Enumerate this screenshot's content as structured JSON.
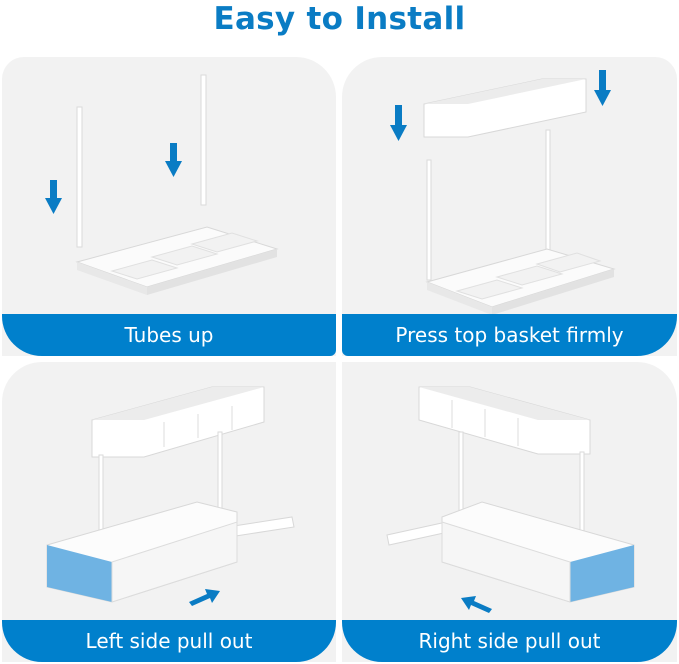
{
  "title": "Easy to Install",
  "colors": {
    "accent": "#0a7cc4",
    "label_bg": "#0080cc",
    "panel_bg": "#f2f2f2",
    "basket_side": "#6fb3e3",
    "arrow": "#0a7cc4"
  },
  "steps": [
    {
      "label": "Tubes up",
      "icons": [
        "down-arrow-icon",
        "down-arrow-icon"
      ]
    },
    {
      "label": "Press top basket firmly",
      "icons": [
        "down-arrow-icon",
        "down-arrow-icon"
      ]
    },
    {
      "label": "Left side pull out",
      "icons": [
        "right-arrow-icon"
      ]
    },
    {
      "label": "Right side pull out",
      "icons": [
        "left-arrow-icon"
      ]
    }
  ]
}
